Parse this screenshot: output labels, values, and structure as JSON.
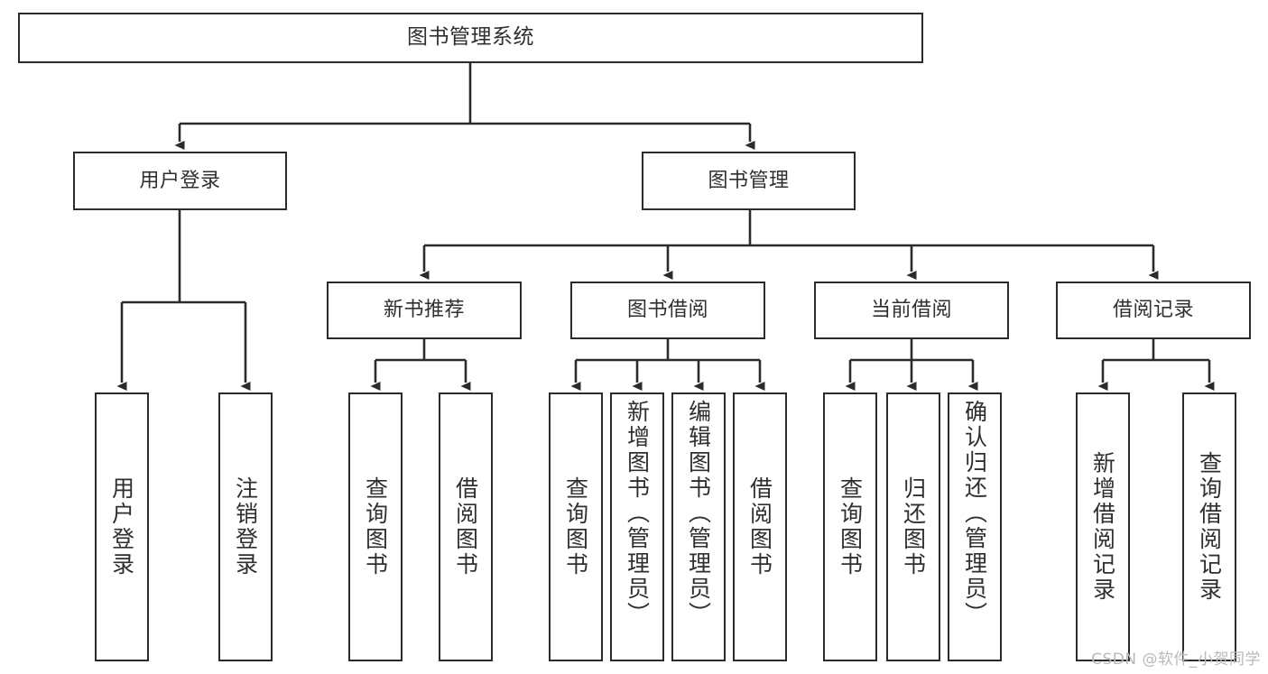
{
  "diagram": {
    "title": "图书管理系统",
    "watermark": "CSDN @软件_小贺同学",
    "colors": {
      "box_border": "#2b2b2b",
      "box_fill": "#ffffff",
      "line": "#2b2b2b",
      "text": "#2f2f2f",
      "watermark": "#b9b9b9",
      "background": "#ffffff"
    },
    "nodes": {
      "root": {
        "label": "图书管理系统"
      },
      "level2": [
        {
          "id": "user-login",
          "label": "用户登录"
        },
        {
          "id": "book-manage",
          "label": "图书管理"
        }
      ],
      "level3": [
        {
          "id": "new-book-rec",
          "label": "新书推荐"
        },
        {
          "id": "book-borrow",
          "label": "图书借阅"
        },
        {
          "id": "current-borrow",
          "label": "当前借阅"
        },
        {
          "id": "borrow-record",
          "label": "借阅记录"
        }
      ],
      "leaves": {
        "user_login": [
          {
            "id": "leaf-user-login",
            "label": "用户登录"
          },
          {
            "id": "leaf-logout",
            "label": "注销登录"
          }
        ],
        "new_book_rec": [
          {
            "id": "leaf-query-book-1",
            "label": "查询图书"
          },
          {
            "id": "leaf-borrow-book-1",
            "label": "借阅图书"
          }
        ],
        "book_borrow": [
          {
            "id": "leaf-query-book-2",
            "label": "查询图书"
          },
          {
            "id": "leaf-add-book",
            "label": "新增图书（管理员）"
          },
          {
            "id": "leaf-edit-book",
            "label": "编辑图书（管理员）"
          },
          {
            "id": "leaf-borrow-book-2",
            "label": "借阅图书"
          }
        ],
        "current_borrow": [
          {
            "id": "leaf-query-book-3",
            "label": "查询图书"
          },
          {
            "id": "leaf-return-book",
            "label": "归还图书"
          },
          {
            "id": "leaf-confirm-return",
            "label": "确认归还（管理员）"
          }
        ],
        "borrow_record": [
          {
            "id": "leaf-add-record",
            "label": "新增借阅记录"
          },
          {
            "id": "leaf-query-record",
            "label": "查询借阅记录"
          }
        ]
      }
    }
  }
}
